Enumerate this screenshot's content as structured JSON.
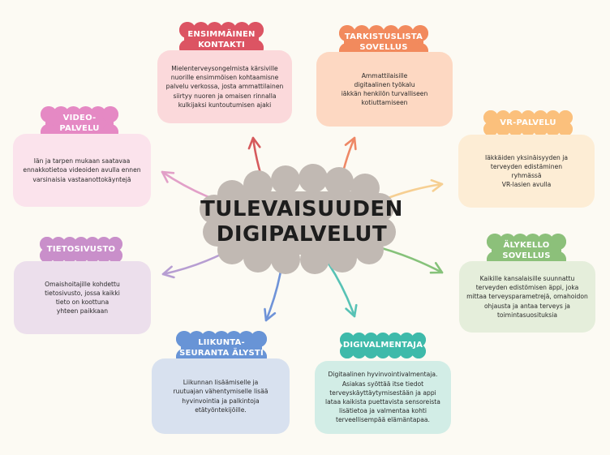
{
  "center": {
    "title": "TULEVAISUUDEN\nDIGIPALVELUT"
  },
  "nodes": [
    {
      "id": "ensimmainen",
      "title": "ENSIMMÄINEN\nKONTAKTI",
      "text": "Mielenterveysongelmista kärsiville\nnuorille ensimmöisen kohtaamisne\npalvelu verkossa, josta ammattilainen\nsiirtyy nuoren ja omaisen rinnalla\nkulkijaksi kuntoutumisen ajaki",
      "tag_color": "#dc5463",
      "box_color": "#fbd9db",
      "arrow_color": "#d65a5d"
    },
    {
      "id": "tarkistuslista",
      "title": "TARKISTUSLISTA\nSOVELLUS",
      "text": "Ammattilaisille\ndigitaalinen työkalu\niäkkän henkilön turvalliseen\nkotiuttamiseen",
      "tag_color": "#f28a5d",
      "box_color": "#fdd8c2",
      "arrow_color": "#ee8866"
    },
    {
      "id": "video",
      "title": "VIDEO-\nPALVELU",
      "text": "Iän ja tarpen mukaan saatavaa\nennakkotietoa videoiden avulla ennen\nvarsinaisia vastaanottokäyntejä",
      "tag_color": "#e589c4",
      "box_color": "#fbe3ec",
      "arrow_color": "#e2a0c8"
    },
    {
      "id": "vr",
      "title": "VR-PALVELU",
      "text": "Iäkkäiden yksinäisyyden ja\nterveyden edistäminen\nryhmässä\nVR-lasien avulla",
      "tag_color": "#fbc07c",
      "box_color": "#fdedd5",
      "arrow_color": "#f6cf92"
    },
    {
      "id": "tietosivusto",
      "title": "TIETOSIVUSTO",
      "text": "Omaishoitajille kohdettu\ntietosivusto, jossa kaikki\ntieto on koottuna\nyhteen paikkaan",
      "tag_color": "#c98fca",
      "box_color": "#ecdfec",
      "arrow_color": "#b79ed2"
    },
    {
      "id": "alykello",
      "title": "ÄLYKELLO\nSOVELLUS",
      "text": "Kaikille kansalaisille suunnattu\nterveyden edistömisen äppi, joka\nmittaa terveysparametrejä, omahoidon\nohjausta ja antaa terveys ja\ntoimintasuosituksia",
      "tag_color": "#8cc07a",
      "box_color": "#e5eedb",
      "arrow_color": "#86c27a"
    },
    {
      "id": "liikunta",
      "title": "LIIKUNTA-\nSEURANTA ÄLYSTI",
      "text": "Liikunnan lisäämiselle ja\nruutuajan vähentymiselle lisää\nhyvinvointia ja palkintoja\netätyöntekijöille.",
      "tag_color": "#6894d6",
      "box_color": "#d8e1ef",
      "arrow_color": "#6f93d8"
    },
    {
      "id": "digivalmentaja",
      "title": "DIGIVALMENTAJA",
      "text": "Digitaalinen hyvinvointivalmentaja.\nAsiakas syöttää itse tiedot\nterveyskäyttäytymisestään ja appi\nlataa kaikista puettavista sensoreista\nlisätietoa ja valmentaa kohti\nterveellisempää elämäntapaa.",
      "tag_color": "#3ebaaa",
      "box_color": "#d2ede6",
      "arrow_color": "#58c2b5"
    }
  ]
}
